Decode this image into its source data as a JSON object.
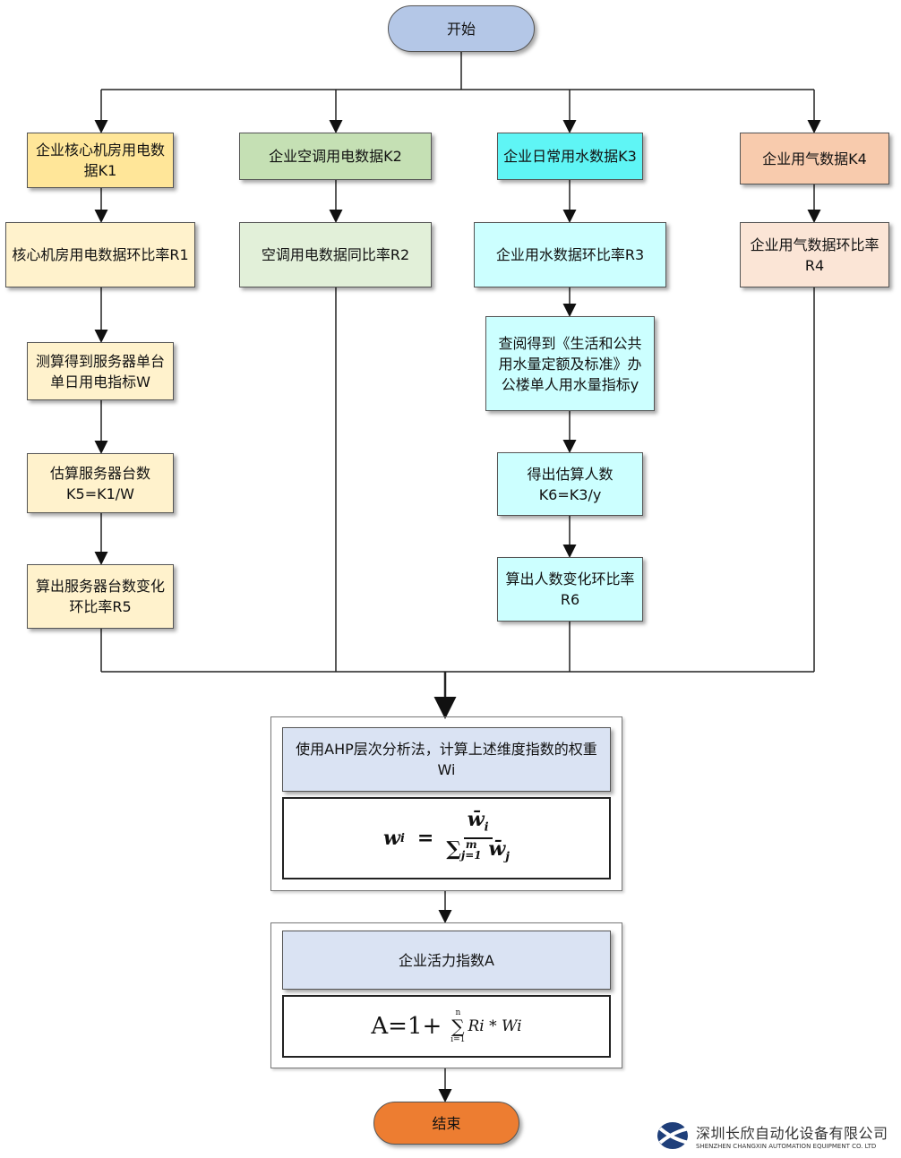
{
  "start": "开始",
  "end": "结束",
  "col1": [
    "企业核心机房用电数据K1",
    "核心机房用电数据环比率R1",
    "测算得到服务器单台单日用电指标W",
    "估算服务器台数K5=K1/W",
    "算出服务器台数变化环比率R5"
  ],
  "col2": [
    "企业空调用电数据K2",
    "空调用电数据同比率R2"
  ],
  "col3": [
    "企业日常用水数据K3",
    "企业用水数据环比率R3",
    "查阅得到《生活和公共用水量定额及标准》办公楼单人用水量指标y",
    "得出估算人数K6=K3/y",
    "算出人数变化环比率R6"
  ],
  "col4": [
    "企业用气数据K4",
    "企业用气数据环比率R4"
  ],
  "ahp": {
    "title": "使用AHP层次分析法，计算上述维度指数的权重Wi",
    "formula_lhs": "w",
    "formula_sub": "i",
    "formula_eq": "=",
    "num": "w̄",
    "num_sub": "i",
    "den_sum": "∑",
    "den_sup": "m",
    "den_sub": "j=1",
    "den_w": "w̄",
    "den_wsub": "j"
  },
  "vitality": {
    "title": "企业活力指数A",
    "formula_a": "A=1+",
    "sum": "∑",
    "sum_top": "n",
    "sum_bot": "i=1",
    "rest": "Ri * Wi"
  },
  "logo": {
    "cn": "深圳长欣自动化设备有限公司",
    "en": "SHENZHEN CHANGXIN AUTOMATION EQUIPMENT CO. LTD"
  },
  "colors": {
    "start": "#b4c7e7",
    "end": "#ed7d31",
    "yellow": "#ffe699",
    "yellow_light": "#fff2cc",
    "green": "#c5e0b4",
    "green_light": "#e2f0d9",
    "cyan": "#5ff5f5",
    "cyan_light": "#ccffff",
    "peach": "#f8cbad",
    "peach_light": "#fbe5d6",
    "blue_light": "#dae3f3"
  }
}
